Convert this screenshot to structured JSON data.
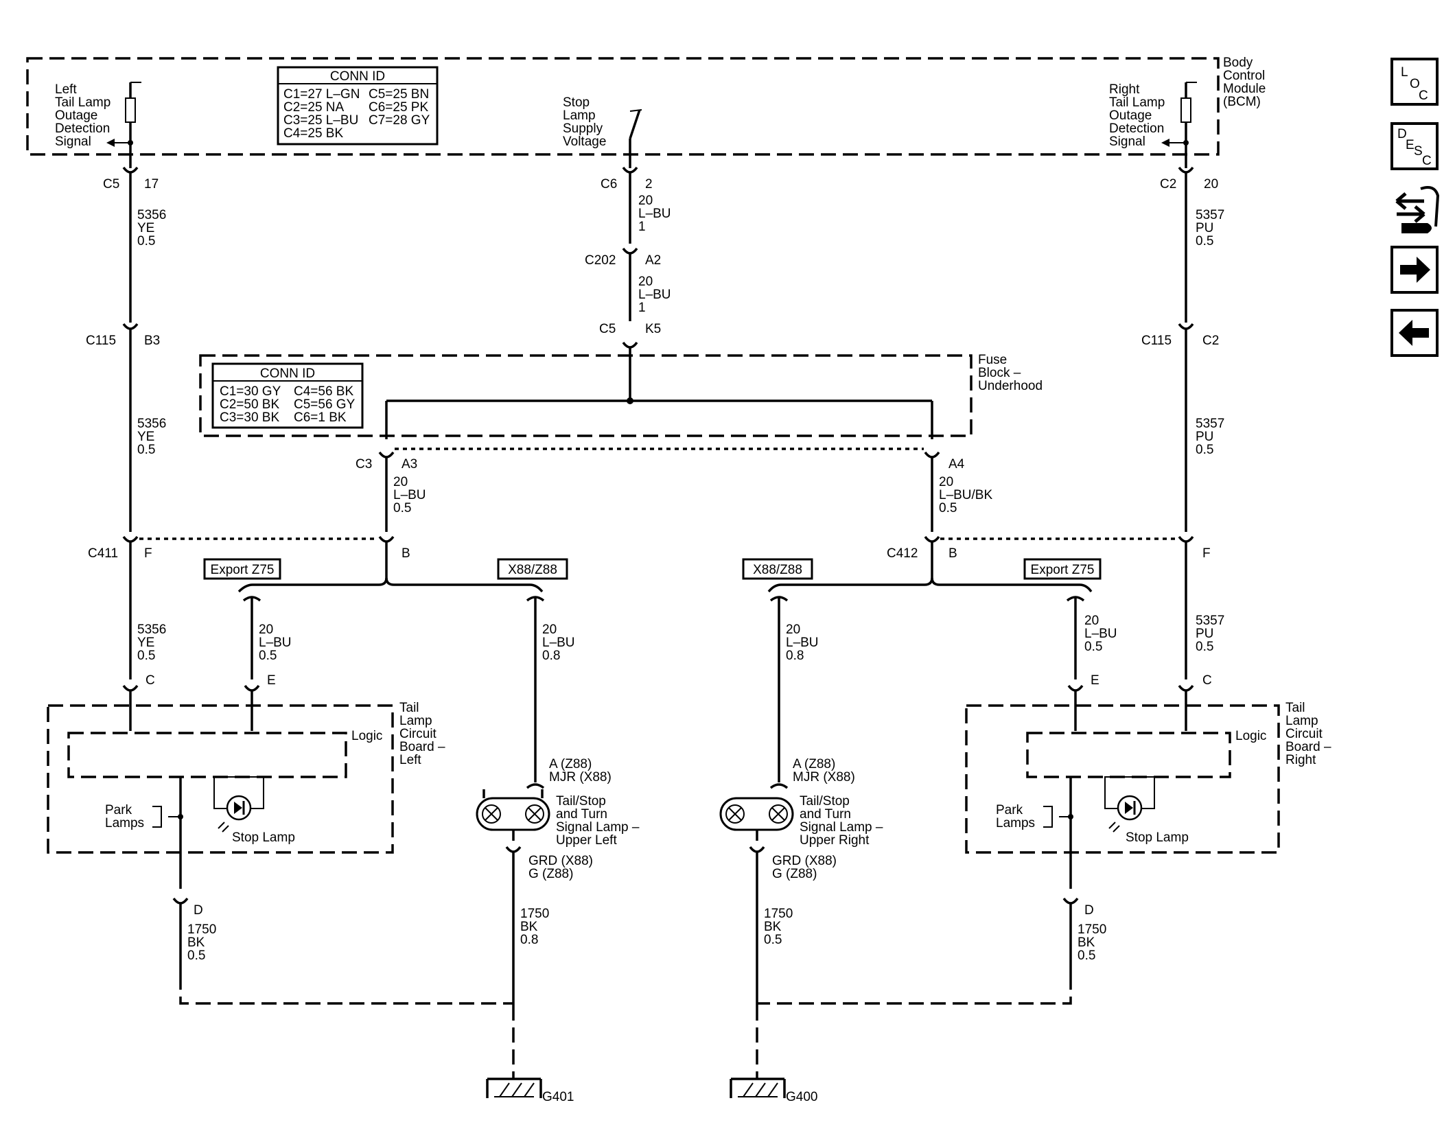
{
  "bcm": {
    "label": [
      "Body",
      "Control",
      "Module",
      "(BCM)"
    ]
  },
  "bcm_conn": {
    "title": "CONN ID",
    "rows": [
      "C1=27 L–GN",
      "C2=25 NA",
      "C3=25 L–BU",
      "C4=25 BK",
      "C5=25 BN",
      "C6=25 PK",
      "C7=28 GY"
    ]
  },
  "left_signal": [
    "Left",
    "Tail Lamp",
    "Outage",
    "Detection",
    "Signal"
  ],
  "right_signal": [
    "Right",
    "Tail Lamp",
    "Outage",
    "Detection",
    "Signal"
  ],
  "stop_supply": [
    "Stop",
    "Lamp",
    "Supply",
    "Voltage"
  ],
  "fuse": {
    "label": [
      "Fuse",
      "Block –",
      "Underhood"
    ],
    "conn_title": "CONN ID",
    "conn_rows": [
      "C1=30 GY",
      "C2=50 BK",
      "C3=30 BK",
      "C4=56 BK",
      "C5=56 GY",
      "C6=1 BK"
    ]
  },
  "connectors": {
    "left_c5": "C5",
    "left_c5_pin": "17",
    "left_c115": "C115",
    "left_c115_pin": "B3",
    "c411": "C411",
    "c411_f": "F",
    "c411_b": "B",
    "center_c6": "C6",
    "center_c6_pin": "2",
    "c202": "C202",
    "c202_pin": "A2",
    "center_c5": "C5",
    "center_c5_pin": "K5",
    "c3": "C3",
    "c3_pin": "A3",
    "a4": "A4",
    "c412": "C412",
    "c412_b": "B",
    "c412_f": "F",
    "right_c2": "C2",
    "right_c2_pin": "20",
    "right_c115": "C115",
    "right_c115_pin": "C2",
    "pin_c": "C",
    "pin_e": "E",
    "pin_d": "D"
  },
  "wires": {
    "w5356": [
      "5356",
      "YE",
      "0.5"
    ],
    "w5357": [
      "5357",
      "PU",
      "0.5"
    ],
    "w20lbu1": [
      "20",
      "L–BU",
      "1"
    ],
    "w20lbu05": [
      "20",
      "L–BU",
      "0.5"
    ],
    "w20lbubk": [
      "20",
      "L–BU/BK",
      "0.5"
    ],
    "w20lbu08": [
      "20",
      "L–BU",
      "0.8"
    ],
    "w1750_05": [
      "1750",
      "BK",
      "0.5"
    ],
    "w1750_08": [
      "1750",
      "BK",
      "0.8"
    ]
  },
  "options": {
    "export": "Export Z75",
    "x88": "X88/Z88"
  },
  "tail_board": {
    "left": [
      "Tail",
      "Lamp",
      "Circuit",
      "Board –",
      "Left"
    ],
    "right": [
      "Tail",
      "Lamp",
      "Circuit",
      "Board –",
      "Right"
    ],
    "logic": "Logic",
    "park": [
      "Park",
      "Lamps"
    ],
    "stop": "Stop Lamp"
  },
  "upper_lamp": {
    "pin_top": [
      "A (Z88)",
      "MJR (X88)"
    ],
    "left": [
      "Tail/Stop",
      "and Turn",
      "Signal Lamp –",
      "Upper Left"
    ],
    "right": [
      "Tail/Stop",
      "and Turn",
      "Signal Lamp –",
      "Upper Right"
    ],
    "pin_bottom": [
      "GRD (X88)",
      "G (Z88)"
    ]
  },
  "grounds": {
    "g401": "G401",
    "g400": "G400"
  },
  "nav": {
    "loc": [
      "L",
      "O",
      "C"
    ],
    "desc": [
      "D",
      "E",
      "S",
      "C"
    ],
    "icons": [
      "connector-swap-icon",
      "arrow-right-icon",
      "arrow-left-icon"
    ]
  }
}
